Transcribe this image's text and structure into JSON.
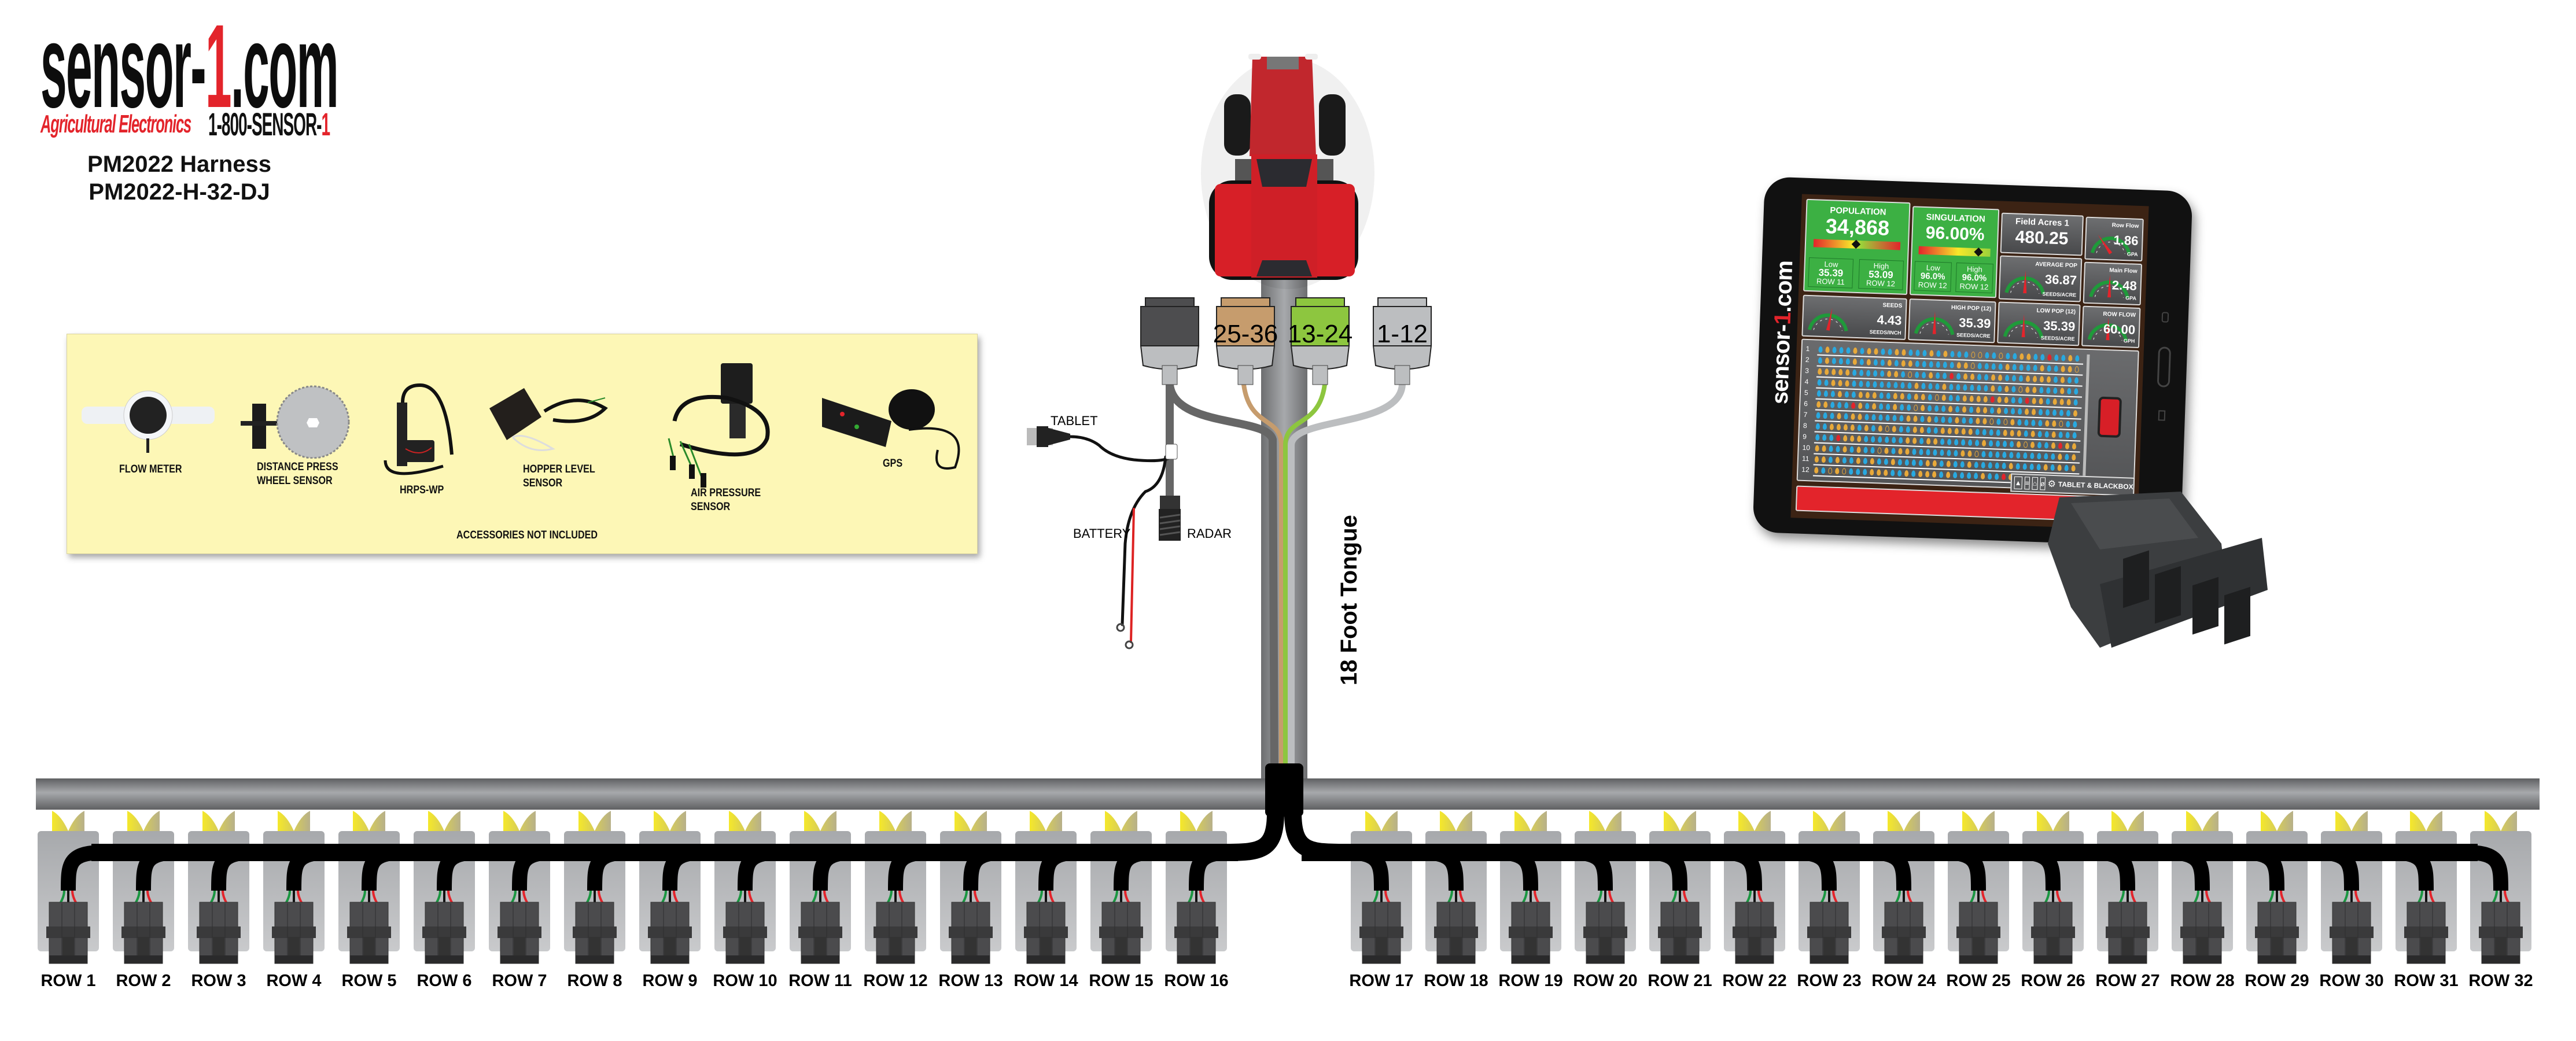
{
  "logo": {
    "prefix": "sensor-",
    "digit": "1",
    "suffix": ".com",
    "tagline": "Agricultural Electronics",
    "phone_prefix": "1-800-SENSOR-",
    "phone_digit": "1"
  },
  "header": {
    "title": "PM2022 Harness",
    "part_number": "PM2022-H-32-DJ"
  },
  "accessories": {
    "items": [
      {
        "label": "FLOW METER"
      },
      {
        "label": "DISTANCE PRESS",
        "label2": "WHEEL SENSOR"
      },
      {
        "label": "HRPS-WP"
      },
      {
        "label": "HOPPER LEVEL",
        "label2": "SENSOR"
      },
      {
        "label": "AIR PRESSURE",
        "label2": "SENSOR"
      },
      {
        "label": "GPS"
      }
    ],
    "note": "ACCESSORIES NOT INCLUDED"
  },
  "connectors": [
    {
      "label": "",
      "color": "#4d4d4f"
    },
    {
      "label": "25-36",
      "color": "#c69c6d"
    },
    {
      "label": "13-24",
      "color": "#8dc63f"
    },
    {
      "label": "1-12",
      "color": "#bcbec0"
    }
  ],
  "leads": {
    "tablet": "TABLET",
    "battery": "BATTERY",
    "radar": "RADAR"
  },
  "tongue_label": "18 Foot Tongue",
  "rows": [
    "ROW 1",
    "ROW 2",
    "ROW 3",
    "ROW 4",
    "ROW 5",
    "ROW 6",
    "ROW 7",
    "ROW 8",
    "ROW 9",
    "ROW 10",
    "ROW 11",
    "ROW 12",
    "ROW 13",
    "ROW 14",
    "ROW 15",
    "ROW 16",
    "ROW 17",
    "ROW 18",
    "ROW 19",
    "ROW 20",
    "ROW 21",
    "ROW 22",
    "ROW 23",
    "ROW 24",
    "ROW 25",
    "ROW 26",
    "ROW 27",
    "ROW 28",
    "ROW 29",
    "ROW 30",
    "ROW 31",
    "ROW 32"
  ],
  "tablet": {
    "bezel_logo": {
      "prefix": "sensor-",
      "digit": "1",
      "suffix": ".com"
    },
    "population": {
      "title": "POPULATION",
      "value": "34,868",
      "indicator": 0.45,
      "low_label": "Low",
      "low_value": "35.39",
      "low_row": "ROW 11",
      "high_label": "High",
      "high_value": "53.09",
      "high_row": "ROW 12"
    },
    "singulation": {
      "title": "SINGULATION",
      "value": "96.00%",
      "indicator": 0.85,
      "low_label": "Low",
      "low_value": "96.0%",
      "low_row": "ROW 12",
      "high_label": "High",
      "high_value": "96.0%",
      "high_row": "ROW 12"
    },
    "field_acres": {
      "title": "Field Acres 1",
      "value": "480.25"
    },
    "gauges": [
      {
        "title": "Row Flow",
        "value": "1.86",
        "unit": "GPA",
        "needle": 0.3
      },
      {
        "title": "AVERAGE POP",
        "value": "36.87",
        "unit": "SEEDS/ACRE",
        "needle": 0.5
      },
      {
        "title": "Main Flow",
        "value": "2.48",
        "unit": "GPA",
        "needle": 0.5
      },
      {
        "title": "SEEDS",
        "value": "4.43",
        "unit": "SEEDS/INCH",
        "needle": 0.55
      },
      {
        "title": "HIGH POP (12)",
        "value": "35.39",
        "unit": "SEEDS/ACRE",
        "needle": 0.5
      },
      {
        "title": "LOW POP (12)",
        "value": "35.39",
        "unit": "SEEDS/ACRE",
        "needle": 0.5
      },
      {
        "title": "ROW FLOW",
        "value": "60.00",
        "unit": "GPH",
        "needle": 0.5
      }
    ],
    "grid_rows": [
      "1",
      "2",
      "3",
      "4",
      "5",
      "6",
      "7",
      "8",
      "9",
      "10",
      "11",
      "12"
    ],
    "tab_label": "TABLET & BLACKBOX"
  },
  "colors": {
    "seed_blue": "#29a9e0",
    "seed_orange": "#e8a93a",
    "accent_red": "#e3242b",
    "panel_yellow": "#fdf7b6",
    "tile_green": "#3cb043"
  }
}
